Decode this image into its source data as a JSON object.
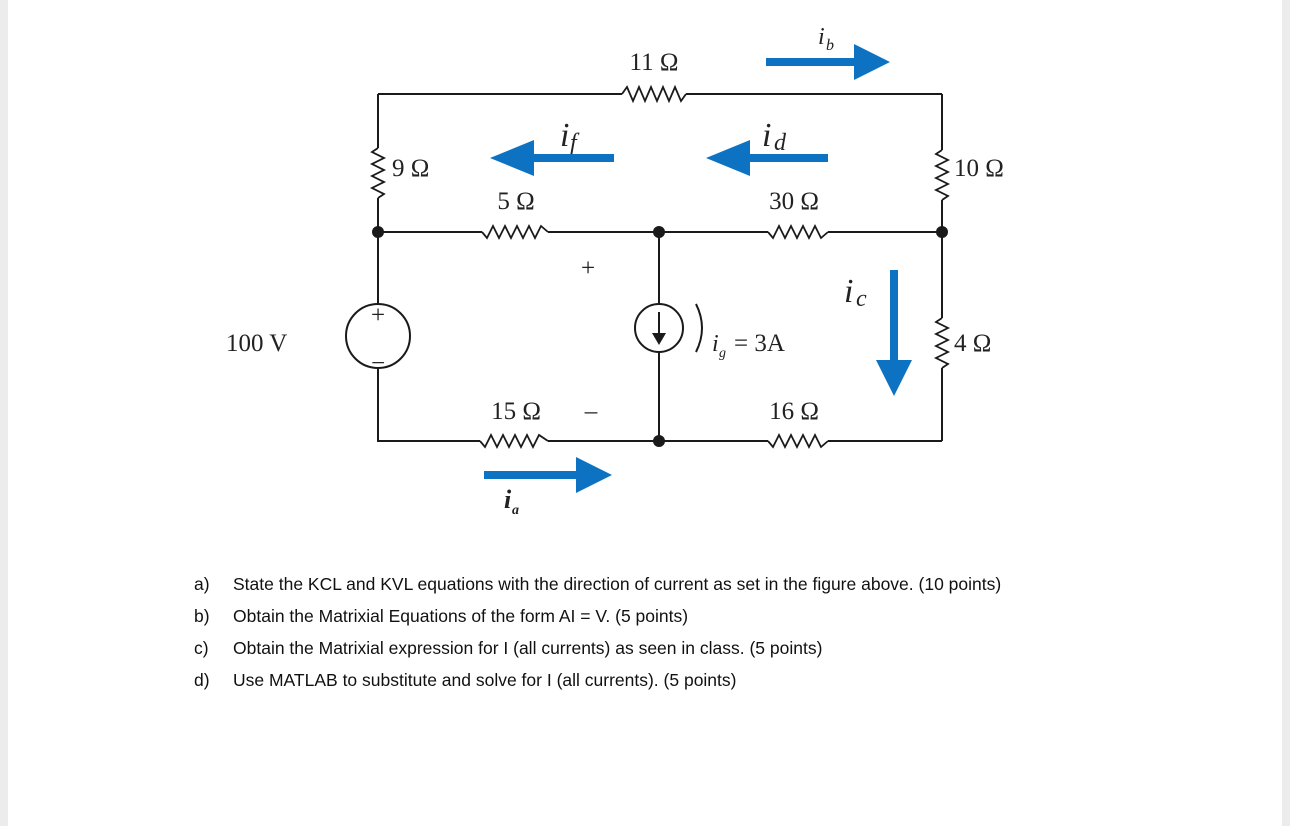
{
  "circuit": {
    "resistors": {
      "r11": "11 Ω",
      "r9": "9 Ω",
      "r5": "5 Ω",
      "r30": "30 Ω",
      "r10": "10 Ω",
      "r4": "4 Ω",
      "r15": "15 Ω",
      "r16": "16 Ω"
    },
    "source_voltage": "100 V",
    "source_plus": "+",
    "source_minus": "−",
    "ig_label": "= 3A",
    "node_plus": "+",
    "node_minus": "–",
    "currents": {
      "ib": "b",
      "if": "f",
      "id": "d",
      "ic": "c",
      "ia": "a",
      "ig": "g"
    },
    "arrow_color": "#0d72c1"
  },
  "questions": [
    {
      "marker": "a)",
      "text": "State the KCL and KVL equations with the direction of current as set in the figure above. (10 points)"
    },
    {
      "marker": "b)",
      "text": "Obtain the Matrixial Equations of the form AI = V. (5 points)"
    },
    {
      "marker": "c)",
      "text": "Obtain the Matrixial expression for I (all currents) as seen in class. (5 points)"
    },
    {
      "marker": "d)",
      "text": "Use MATLAB to substitute and solve for I (all currents). (5 points)"
    }
  ]
}
